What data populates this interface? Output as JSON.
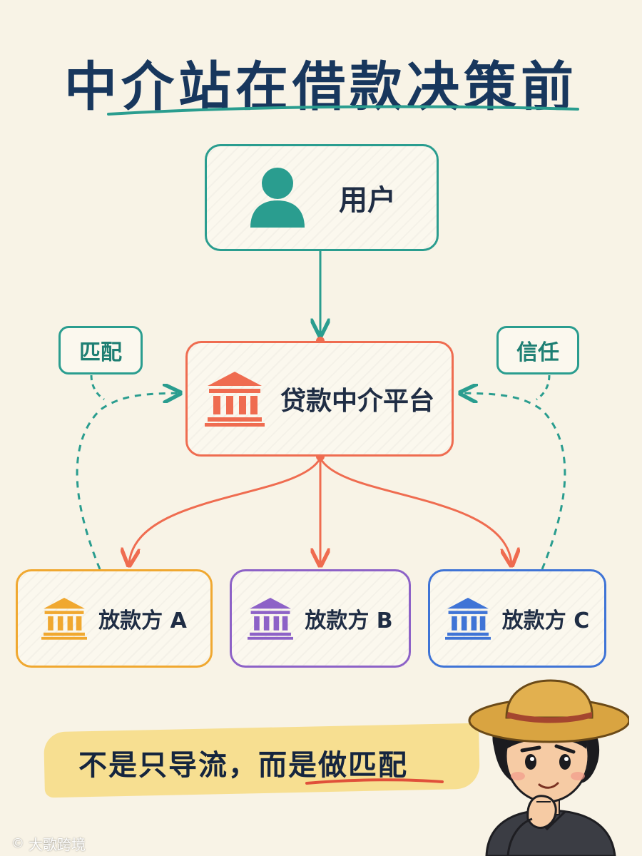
{
  "title": "中介站在借款决策前",
  "nodes": {
    "user": "用户",
    "platform": "贷款中介平台",
    "lender_a": "放款方 A",
    "lender_b": "放款方 B",
    "lender_c": "放款方 C"
  },
  "tags": {
    "match": "匹配",
    "trust": "信任"
  },
  "banner": "不是只导流，而是做匹配",
  "watermark": "大歌跨境",
  "icons": {
    "user": "person-icon",
    "platform": "bank-icon",
    "lenders": "bank-icon"
  },
  "colors": {
    "title": "#18375d",
    "user": "#2a9d8f",
    "platform": "#ef6c50",
    "lender_a": "#f0a830",
    "lender_b": "#8d62c7",
    "lender_c": "#3f74d6",
    "banner": "#f7dd8c"
  }
}
